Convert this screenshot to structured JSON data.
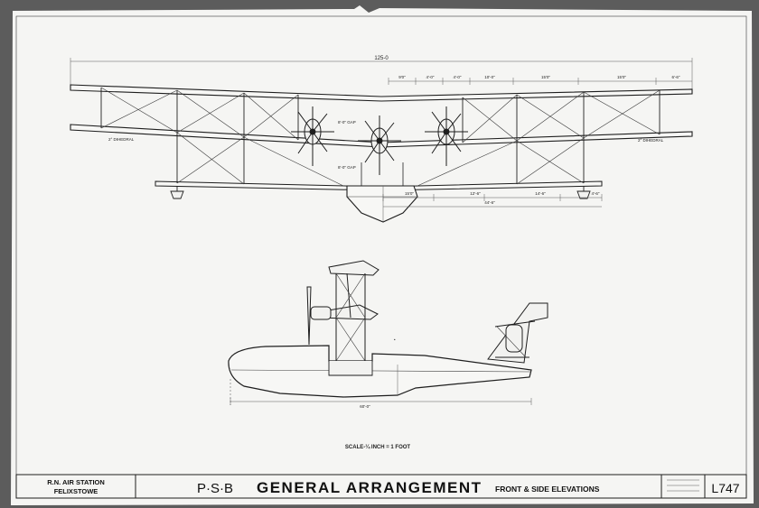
{
  "drawing": {
    "dimensions": {
      "span_total": "125-0",
      "top_dims": [
        "9'0\"",
        "4'-0\"",
        "4'-0\"",
        "10'-0\"",
        "15'0\"",
        "15'0\"",
        "6'-6\""
      ],
      "dihedral_left": "2° DIHEDRAL",
      "dihedral_right": "2° DIHEDRAL",
      "gap_upper": "8'-0\" GAP",
      "gap_lower": "8'-0\" GAP",
      "lower_dims": [
        "15'0\"",
        "12'-6\"",
        "14'-6\"",
        "4'-6\""
      ],
      "lower_span": "44'-6\"",
      "hull_length": "60'-0\""
    },
    "scale_note": "SCALE-¼ INCH = 1 FOOT"
  },
  "title_block": {
    "station_line1": "R.N. AIR STATION",
    "station_line2": "FELIXSTOWE",
    "title_prefix": "P·S·B",
    "title_main": "GENERAL ARRANGEMENT",
    "title_sub": "FRONT & SIDE ELEVATIONS",
    "drawing_number": "L747"
  }
}
